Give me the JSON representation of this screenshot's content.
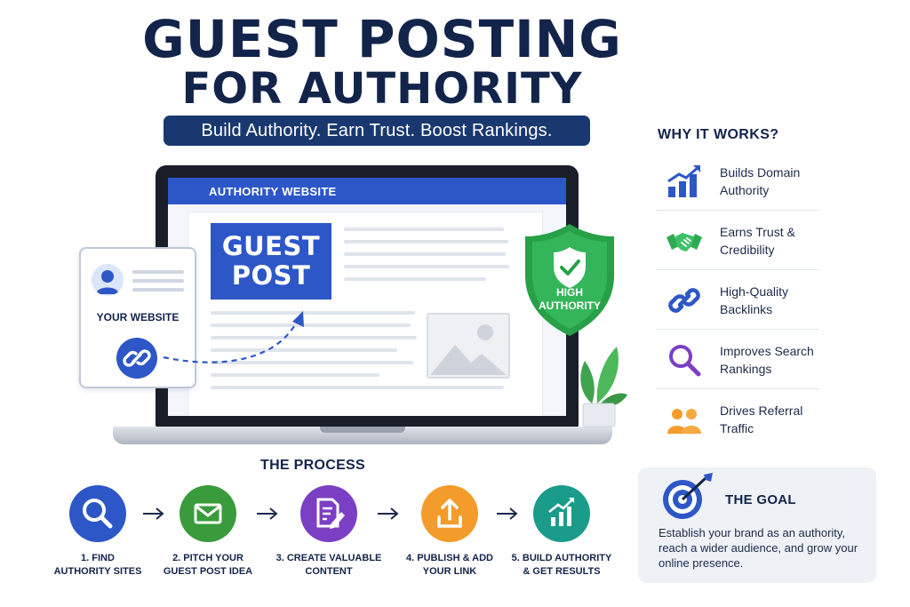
{
  "header": {
    "title_line1": "GUEST POSTING",
    "title_line2": "FOR AUTHORITY",
    "tagline": "Build Authority. Earn Trust. Boost Rankings."
  },
  "laptop": {
    "screen_header": "AUTHORITY WEBSITE",
    "badge_line1": "GUEST",
    "badge_line2": "POST"
  },
  "your_website": {
    "label": "YOUR WEBSITE"
  },
  "shield": {
    "line1": "HIGH",
    "line2": "AUTHORITY"
  },
  "why": {
    "title": "WHY IT WORKS?",
    "items": [
      {
        "line1": "Builds Domain",
        "line2": "Authority",
        "icon": "bar-chart-icon",
        "color": "#2d57c7"
      },
      {
        "line1": "Earns Trust &",
        "line2": "Credibility",
        "icon": "handshake-icon",
        "color": "#2eab52"
      },
      {
        "line1": "High-Quality",
        "line2": "Backlinks",
        "icon": "link-icon",
        "color": "#2d57c7"
      },
      {
        "line1": "Improves Search",
        "line2": "Rankings",
        "icon": "magnifier-icon",
        "color": "#7b3fc4"
      },
      {
        "line1": "Drives Referral",
        "line2": "Traffic",
        "icon": "users-icon",
        "color": "#f39c2b"
      }
    ]
  },
  "process": {
    "title": "THE PROCESS",
    "steps": [
      {
        "line1": "1. FIND",
        "line2": "AUTHORITY SITES",
        "icon": "search-icon",
        "color": "#2d57c7"
      },
      {
        "line1": "2. PITCH YOUR",
        "line2": "GUEST POST IDEA",
        "icon": "envelope-icon",
        "color": "#3a9b3c"
      },
      {
        "line1": "3. CREATE VALUABLE",
        "line2": "CONTENT",
        "icon": "document-edit-icon",
        "color": "#7b3fc4"
      },
      {
        "line1": "4. PUBLISH & ADD",
        "line2": "YOUR LINK",
        "icon": "upload-icon",
        "color": "#f39c2b"
      },
      {
        "line1": "5. BUILD AUTHORITY",
        "line2": "& GET RESULTS",
        "icon": "growth-chart-icon",
        "color": "#1b9b8a"
      }
    ]
  },
  "goal": {
    "title": "THE GOAL",
    "text": "Establish your brand as an authority, reach a wider audience, and grow your online presence."
  }
}
